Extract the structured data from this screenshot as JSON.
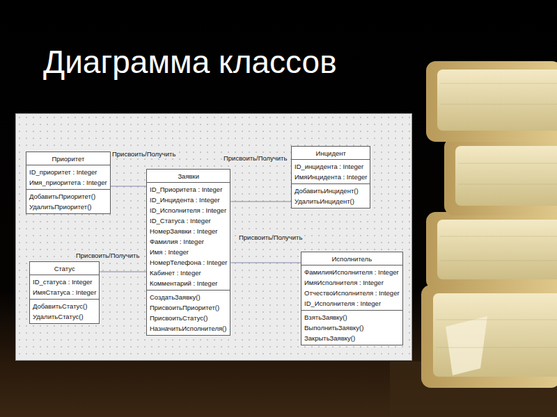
{
  "diagram": {
    "title": "Диаграмма классов",
    "nodes": [
      {
        "text": [
          "Приоритет",
          "ID_приоритет : Integer",
          "Имя_приоритета : Integer",
          "ДобавитьПриоритет()",
          "УдалитьПриоритет()"
        ]
      },
      {
        "text": [
          "Заявки",
          "ID_Приоритета : Integer",
          "ID_Инцидента : Integer",
          "ID_Исполнителя : Integer",
          "ID_Статуса : Integer",
          "НомерЗаявки : Integer",
          "Фамилия : Integer",
          "Имя : Integer",
          "НомерТелефона : Integer",
          "Кабинет : Integer",
          "Комментарий : Integer",
          "СоздатьЗаявку()",
          "ПрисвоитьПриоритет()",
          "ПрисвоитьСтатус()",
          "НазначитьИсполнителя()"
        ]
      },
      {
        "text": [
          "Инцидент",
          "ID_инцидента : Integer",
          "ИмяИнцидента : Integer",
          "ДобавитьИнцидент()",
          "УдалитьИнцидент()"
        ]
      },
      {
        "text": [
          "Статус",
          "ID_статуса : Integer",
          "ИмяСтатуса : Integer",
          "ДобавитьСтатус()",
          "УдалитьСтатус()"
        ]
      },
      {
        "text": [
          "Исполнитель",
          "ФамилияИсполнителя : Integer",
          "ИмяИсполнителя : Integer",
          "ОтчествоИсполнителя : Integer",
          "ID_Исполнителя : Integer",
          "ВзятьЗаявку()",
          "ВыполнитьЗаявку()",
          "ЗакрытьЗаявку()"
        ]
      }
    ],
    "edges": [
      {
        "from": 0,
        "to": 1,
        "arrow": "none",
        "label": "Присвоить/Получить"
      },
      {
        "from": 2,
        "to": 1,
        "arrow": "none",
        "label": "Присвоить/Получить"
      },
      {
        "from": 3,
        "to": 1,
        "arrow": "none",
        "label": "Присвоить/Получить"
      },
      {
        "from": 4,
        "to": 1,
        "arrow": "none",
        "label": "Присвоить/Получить"
      }
    ]
  }
}
